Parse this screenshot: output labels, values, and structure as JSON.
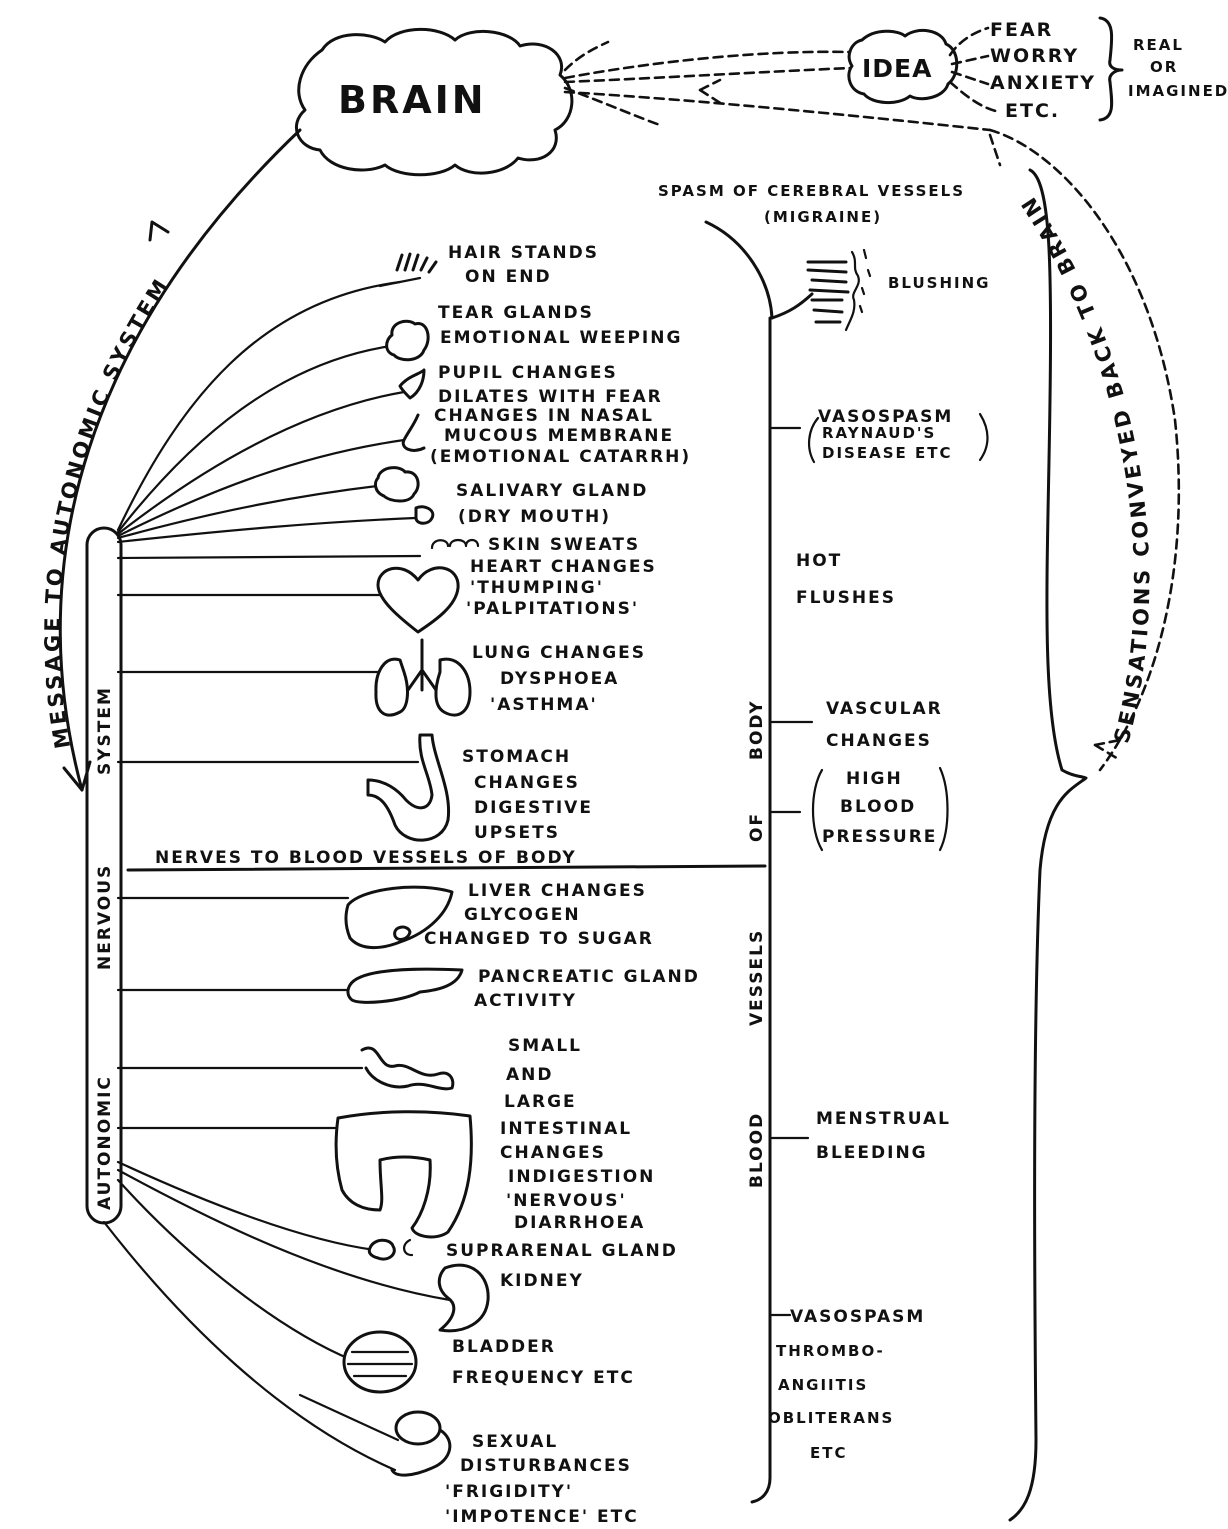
{
  "brain": "BRAIN",
  "idea": "IDEA",
  "emotions": [
    "FEAR",
    "WORRY",
    "ANXIETY",
    "ETC."
  ],
  "real_or_imagined": [
    "REAL",
    "OR",
    "IMAGINED"
  ],
  "message_path": "MESSAGE TO AUTONOMIC SYSTEM",
  "sensations_path": "SENSATIONS CONVEYED BACK TO BRAIN",
  "ans_words": [
    "AUTONOMIC",
    "NERVOUS",
    "SYSTEM"
  ],
  "vessels_words": [
    "BLOOD",
    "VESSELS",
    "OF",
    "BODY"
  ],
  "nerves_line": "NERVES TO BLOOD VESSELS OF BODY",
  "effects": {
    "hair": [
      "HAIR STANDS",
      "ON END"
    ],
    "tear": [
      "TEAR GLANDS",
      "EMOTIONAL WEEPING"
    ],
    "pupil": [
      "PUPIL CHANGES",
      "DILATES WITH FEAR"
    ],
    "nasal": [
      "CHANGES IN NASAL",
      "MUCOUS MEMBRANE",
      "(EMOTIONAL CATARRH)"
    ],
    "salivary": [
      "SALIVARY GLAND",
      "(DRY MOUTH)"
    ],
    "skin": "SKIN SWEATS",
    "heart": [
      "HEART CHANGES",
      "'THUMPING'",
      "'PALPITATIONS'"
    ],
    "lung": [
      "LUNG CHANGES",
      "DYSPHOEA",
      "'ASTHMA'"
    ],
    "stomach": [
      "STOMACH",
      "CHANGES",
      "DIGESTIVE",
      "UPSETS"
    ],
    "liver": [
      "LIVER CHANGES",
      "GLYCOGEN",
      "CHANGED TO SUGAR"
    ],
    "pancreas": [
      "PANCREATIC GLAND",
      "ACTIVITY"
    ],
    "intestine": [
      "SMALL",
      "AND",
      "LARGE",
      "INTESTINAL",
      "CHANGES",
      "INDIGESTION",
      "'NERVOUS'",
      "DIARRHOEA"
    ],
    "suprarenal": "SUPRARENAL GLAND",
    "kidney": "KIDNEY",
    "bladder": [
      "BLADDER",
      "FREQUENCY ETC"
    ],
    "sexual": [
      "SEXUAL",
      "DISTURBANCES",
      "'FRIGIDITY'",
      "'IMPOTENCE' ETC"
    ]
  },
  "vascular": {
    "cerebral": [
      "SPASM OF CEREBRAL VESSELS",
      "(MIGRAINE)"
    ],
    "blushing": "BLUSHING",
    "vasospasm": [
      "VASOSPASM",
      "RAYNAUD'S",
      "DISEASE ETC"
    ],
    "hot": [
      "HOT",
      "FLUSHES"
    ],
    "vascular_changes": [
      "VASCULAR",
      "CHANGES"
    ],
    "high_bp": [
      "HIGH",
      "BLOOD",
      "PRESSURE"
    ],
    "menstrual": [
      "MENSTRUAL",
      "BLEEDING"
    ],
    "thrombo": [
      "VASOSPASM",
      "THROMBO-",
      "ANGIITIS",
      "OBLITERANS",
      "ETC"
    ]
  }
}
